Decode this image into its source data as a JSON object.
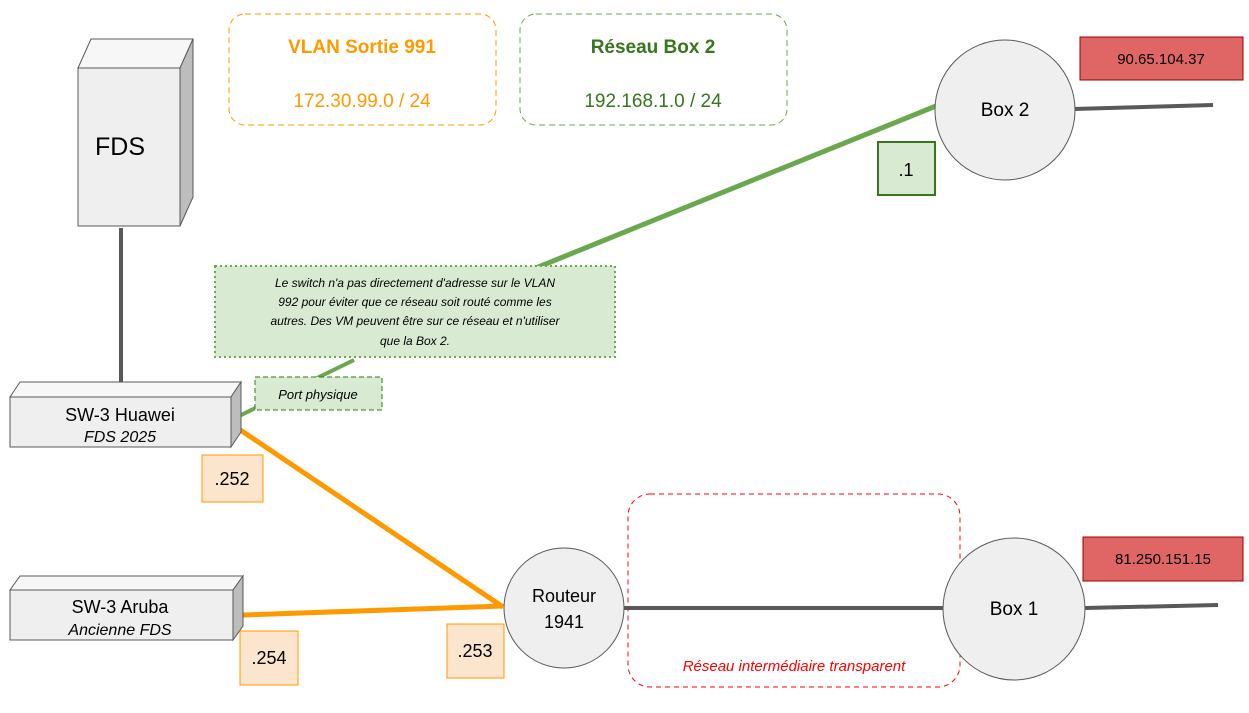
{
  "devices": {
    "fds": {
      "label": "FDS"
    },
    "sw_huawei": {
      "name": "SW-3 Huawei",
      "subtitle": "FDS 2025"
    },
    "sw_aruba": {
      "name": "SW-3 Aruba",
      "subtitle": "Ancienne FDS"
    },
    "routeur": {
      "line1": "Routeur",
      "line2": "1941"
    },
    "box1": {
      "label": "Box 1"
    },
    "box2": {
      "label": "Box 2"
    }
  },
  "networks": {
    "vlan_sortie": {
      "title": "VLAN Sortie 991",
      "subnet": "172.30.99.0 / 24"
    },
    "reseau_box2": {
      "title": "Réseau Box 2",
      "subnet": "192.168.1.0 / 24"
    },
    "intermediaire": {
      "label": "Réseau intermédiaire transparent"
    }
  },
  "addresses": {
    "box2_ip": ".1",
    "huawei_ip": ".252",
    "aruba_ip": ".254",
    "routeur_ip": ".253",
    "box2_public": "90.65.104.37",
    "box1_public": "81.250.151.15"
  },
  "notes": {
    "vlan992_lines": [
      "Le switch n'a pas directement d'adresse sur le VLAN",
      "992 pour éviter que ce réseau soit routé comme les",
      "autres. Des VM peuvent être sur ce réseau et n'utiliser",
      "que la Box 2."
    ],
    "port_physique": "Port physique"
  },
  "colors": {
    "orange": "#ff9900",
    "green": "#6aa84f",
    "dark_green": "#38761d",
    "red": "#ff0000",
    "gray_line": "#595959",
    "node_fill": "#efefef",
    "public_ip_fill": "#e06666",
    "orange_label_fill": "#fce5cd",
    "green_label_fill": "#d9ead3"
  }
}
